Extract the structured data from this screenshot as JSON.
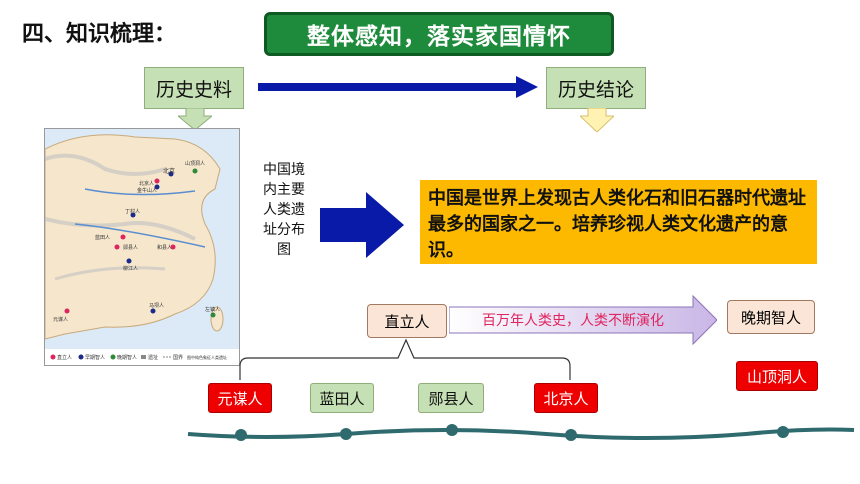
{
  "section_title": "四、知识梳理：",
  "banner_title": "整体感知，落实家国情怀",
  "source_label": "历史史料",
  "conclusion_label": "历史结论",
  "map_caption": "中国境内主要人类遗址分布图",
  "conclusion_text": "中国是世界上发现古人类化石和旧石器时代遗址最多的国家之一。培养珍视人类文化遗产的意识。",
  "evolution": {
    "start_label": "直立人",
    "arrow_text": "百万年人类史，人类不断演化",
    "end_label": "晚期智人"
  },
  "homo_erectus_sites": [
    "元谋人",
    "蓝田人",
    "郧县人",
    "北京人"
  ],
  "late_sapiens_site": "山顶洞人",
  "map": {
    "labels": [
      "北京",
      "山顶洞人",
      "北京人",
      "金牛山人",
      "丁村人",
      "蓝田人",
      "郧县人",
      "和县人",
      "柳江人",
      "马坝人",
      "元谋人",
      "左镇人"
    ],
    "legend": [
      "直立人",
      "早期智人",
      "晚期智人",
      "遗址",
      "国界",
      "图中纯色象征人类遗址"
    ]
  },
  "colors": {
    "banner": "#1e8a3c",
    "label_green": "#c5e0b4",
    "conclusion_bg": "#fcb900",
    "arrow_blue": "#0a1aa8",
    "red_box": "#ee0000",
    "timeline": "#2f6b6e"
  }
}
